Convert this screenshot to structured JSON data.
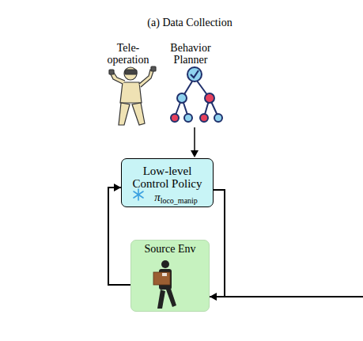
{
  "diagram": {
    "title": "(a) Data Collection",
    "nodes": [
      {
        "text": [
          "Low-level Control Policy",
          "π",
          "loco_manip"
        ]
      },
      {
        "text": [
          "Source Env"
        ]
      }
    ],
    "edges": [
      {
        "from": 0,
        "to": 1,
        "arrow": "to"
      },
      {
        "from": 1,
        "to": 0,
        "arrow": "to"
      }
    ],
    "labels": [
      "Tele- operation",
      "Behavior Planner"
    ]
  }
}
